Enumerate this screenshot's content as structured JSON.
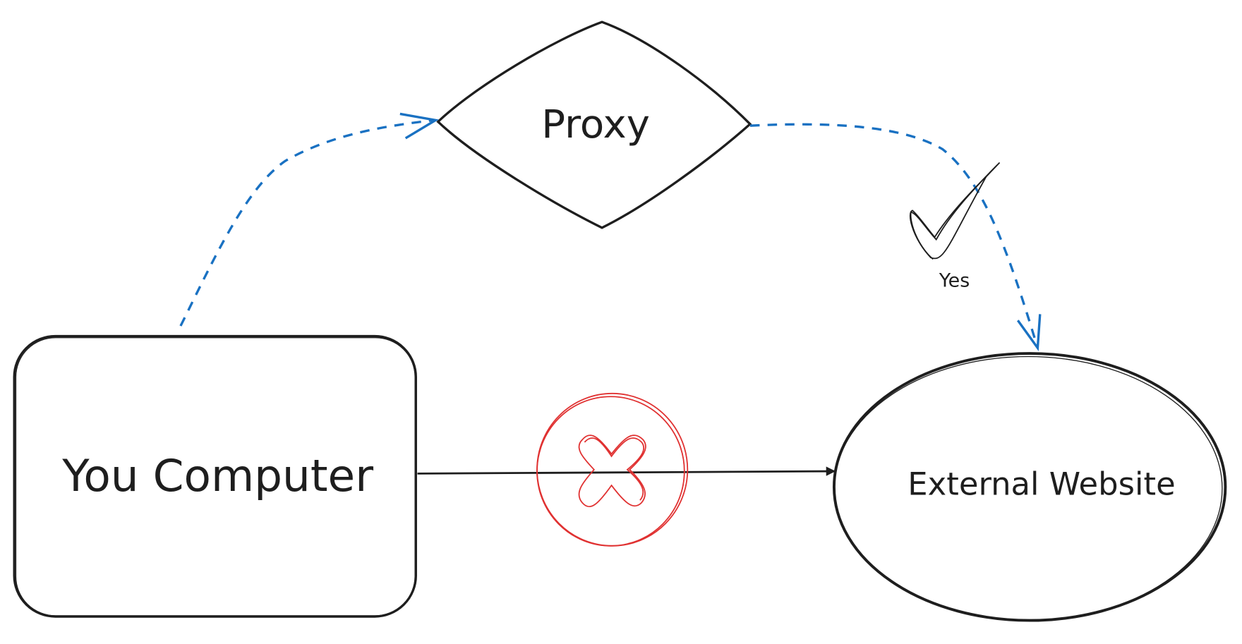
{
  "nodes": {
    "computer": {
      "label": "You Computer"
    },
    "proxy": {
      "label": "Proxy"
    },
    "website": {
      "label": "External Website"
    }
  },
  "annotations": {
    "check_label": "Yes"
  },
  "colors": {
    "stroke": "#1e1e1e",
    "proxy_path": "#1971c2",
    "blocked": "#e03131"
  }
}
